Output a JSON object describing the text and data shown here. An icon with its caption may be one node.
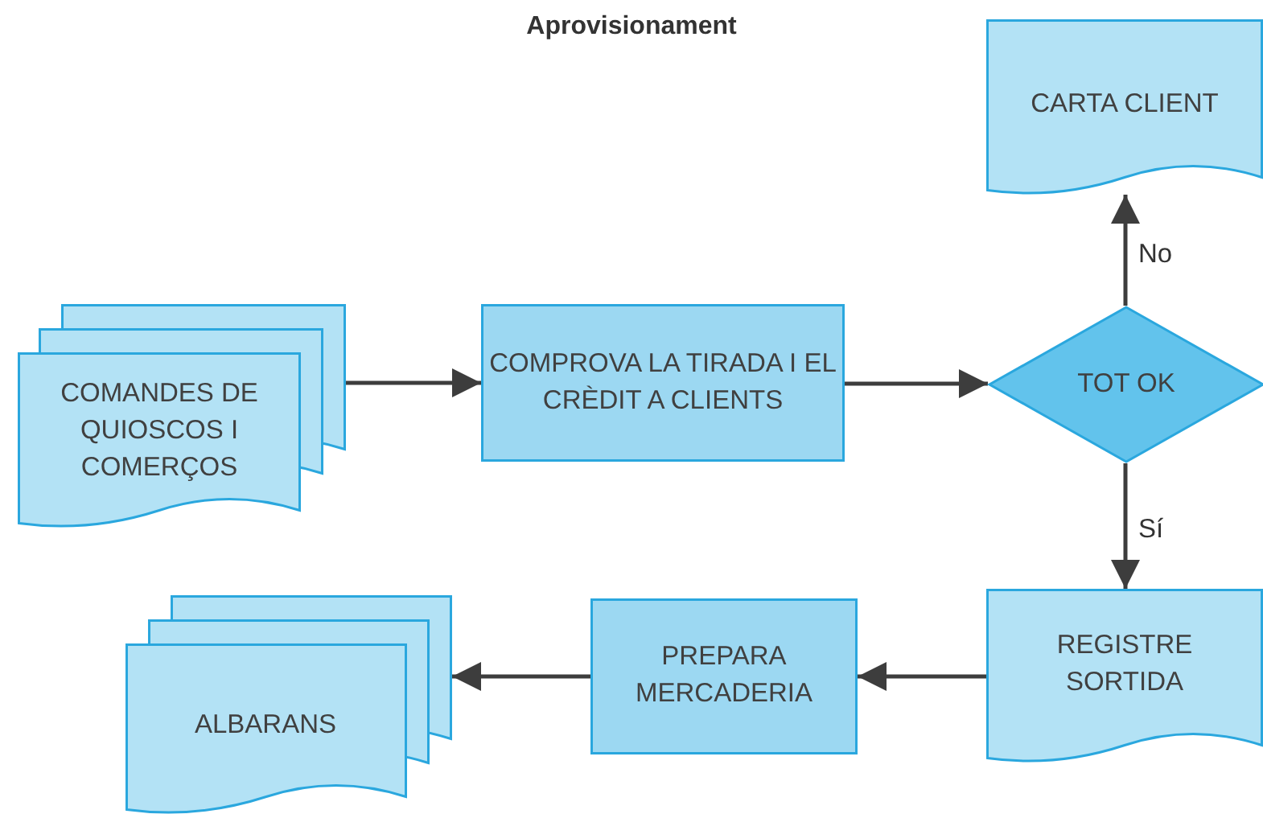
{
  "diagram": {
    "title": "Aprovisionament",
    "nodes": [
      {
        "text": [
          "COMANDES DE QUIOSCOS I COMERÇOS"
        ]
      },
      {
        "text": [
          "COMPROVA LA TIRADA I EL CRÈDIT A CLIENTS"
        ]
      },
      {
        "text": [
          "TOT OK"
        ]
      },
      {
        "text": [
          "CARTA CLIENT"
        ]
      },
      {
        "text": [
          "REGISTRE SORTIDA"
        ]
      },
      {
        "text": [
          "PREPARA MERCADERIA"
        ]
      },
      {
        "text": [
          "ALBARANS"
        ]
      }
    ],
    "edges": [
      {
        "from": 0,
        "to": 1,
        "arrow": "to"
      },
      {
        "from": 1,
        "to": 2,
        "arrow": "to"
      },
      {
        "from": 2,
        "to": 3,
        "arrow": "to",
        "label": "No"
      },
      {
        "from": 2,
        "to": 4,
        "arrow": "to",
        "label": "Sí"
      },
      {
        "from": 4,
        "to": 5,
        "arrow": "to"
      },
      {
        "from": 5,
        "to": 6,
        "arrow": "to"
      }
    ]
  }
}
